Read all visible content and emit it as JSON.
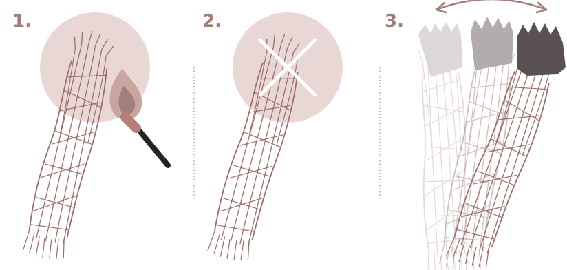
{
  "steps": [
    {
      "number": "1.",
      "illustration": "lit-match-at-bundle-tip"
    },
    {
      "number": "2.",
      "illustration": "crossed-out-flame"
    },
    {
      "number": "3.",
      "illustration": "swing-bundle-back-and-forth"
    }
  ],
  "colors": {
    "label": "#a27d7a",
    "bundle_stroke": "#9a6e6b",
    "circle_fill": "#e8d7d4",
    "flame_outer": "#c8a6a0",
    "flame_inner": "#a37f7b",
    "match_stick": "#232323",
    "match_head": "#b77e78",
    "cross": "#ffffff",
    "divider": "#9a8f8d",
    "arrow": "#a27d7a",
    "tip_dark": "#5a5252",
    "tip_mid": "#b3acac",
    "tip_light": "#dcd8d8"
  },
  "icons": [
    "match-icon",
    "flame-icon",
    "cross-icon",
    "double-arrow-icon",
    "sage-bundle-icon"
  ]
}
